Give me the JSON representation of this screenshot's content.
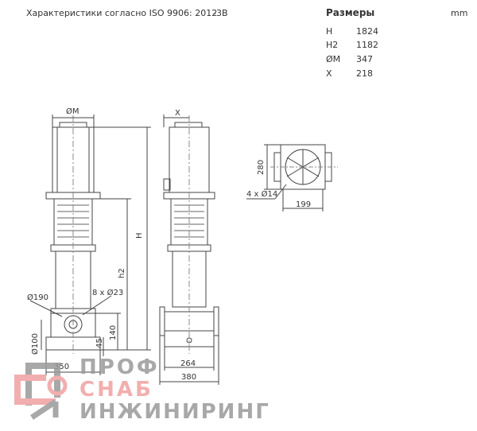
{
  "header": {
    "title": "Характеристики согласно ISO 9906: 2012",
    "grade": "-3B"
  },
  "dimensions": {
    "title": "Размеры",
    "unit": "mm",
    "rows": [
      {
        "label": "H",
        "value": "1824"
      },
      {
        "label": "H2",
        "value": "1182"
      },
      {
        "label": "ØM",
        "value": "347"
      },
      {
        "label": "X",
        "value": "218"
      }
    ]
  },
  "drawing": {
    "phi_m": "ØM",
    "h": "H",
    "h2": "h2",
    "phi190": "Ø190",
    "holes8": "8 x Ø23",
    "d140": "140",
    "d45": "45",
    "phi100": "Ø100",
    "d350": "350",
    "x": "X",
    "d264": "264",
    "d380": "380",
    "d280": "280",
    "holes4": "4 x Ø14",
    "d199": "199"
  },
  "logo": {
    "line1": "ПРОФ",
    "line2": "СНАБ",
    "line3": "ИНЖИНИРИНГ"
  },
  "colors": {
    "line": "#444444",
    "logo_gray": "#9a9a9a",
    "logo_red": "#f0a0a0"
  }
}
